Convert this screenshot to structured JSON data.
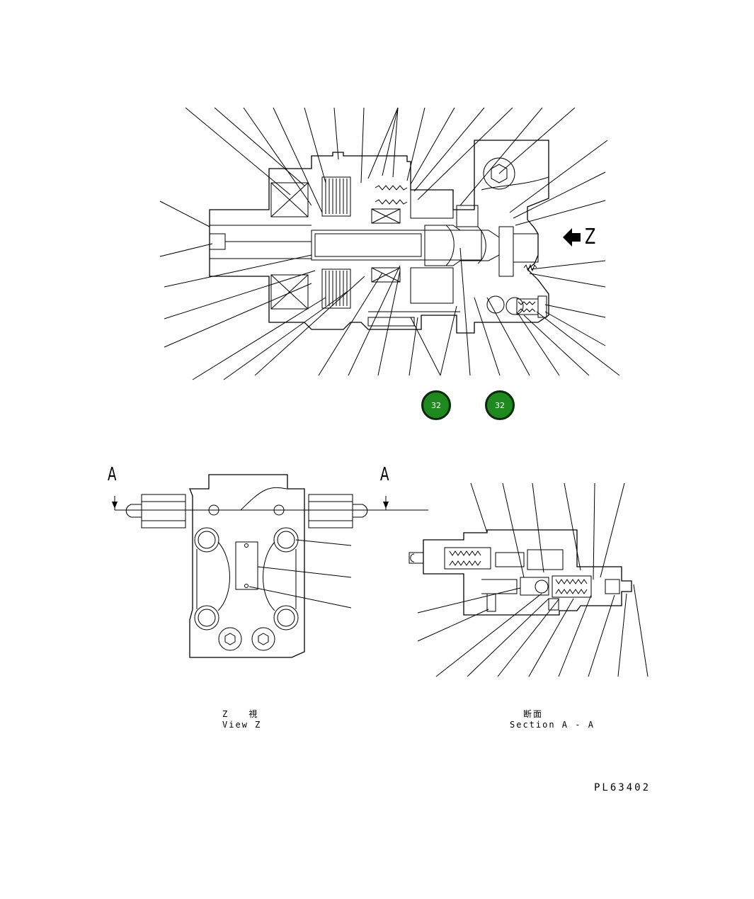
{
  "main_view": {
    "z_arrow_label": "Z"
  },
  "badges": [
    {
      "number": "32"
    },
    {
      "number": "32"
    }
  ],
  "view_z": {
    "section_marker_left": "A",
    "section_marker_right": "A",
    "caption_jp": "Z　　視",
    "caption_en": "View Z"
  },
  "section_aa": {
    "caption_jp": "断面",
    "caption_en": "Section A - A"
  },
  "drawing_number": "PL63402",
  "colors": {
    "badge_fill": "#1e8a1e",
    "line": "#000000"
  }
}
